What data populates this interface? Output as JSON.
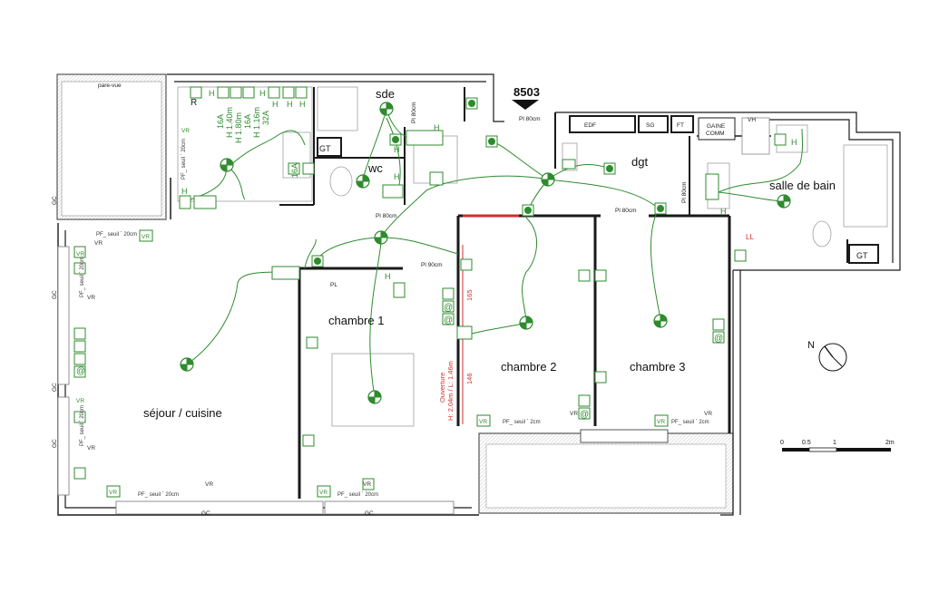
{
  "plan": {
    "lot_number": "8503",
    "rooms": {
      "sejour": "séjour / cuisine",
      "chambre1": "chambre 1",
      "chambre2": "chambre 2",
      "chambre3": "chambre 3",
      "sde": "sde",
      "wc": "wc",
      "dgt": "dgt",
      "sdb": "salle de bain"
    },
    "labels": {
      "pare_vue": "pare-vue",
      "gt1": "GT",
      "gt2": "GT",
      "edf": "EDF",
      "sg": "SG",
      "ft": "FT",
      "gaine": "GAINE",
      "comm": "COMM",
      "vh": "VH",
      "ll": "LL",
      "pl": "PL",
      "r": "R",
      "gc1": "GC",
      "gc2": "GC",
      "gc3": "GC",
      "gc4": "GC",
      "gc5": "GC",
      "gc6": "GC",
      "pl80_1": "Pl 80cm",
      "pl80_2": "Pl 80cm",
      "pl80_3": "Pl 80cm",
      "pl90": "Pl 90cm",
      "pl80_v1": "Pl 80cm",
      "pl80_v2": "Pl 80cm",
      "dim165": "165",
      "dim146": "146",
      "ouverture1": "Ouverture",
      "ouverture2": "H: 2.04m / L: 1.46m",
      "elec_32a": "32A",
      "elec_h116": "H 1.16m",
      "elec_16a_a": "16A",
      "elec_h180": "H 1.80m",
      "elec_h140": "H 1.40m",
      "elec_16a_b": "16A",
      "elec_16a_c": "16A"
    },
    "vr": [
      "VR",
      "VR",
      "VR",
      "VR",
      "VR",
      "VR",
      "VR",
      "VR",
      "VR",
      "VR",
      "VR",
      "VR",
      "VR",
      "VR",
      "VR"
    ],
    "pf_sill": [
      "PF_ seuil ` 20cm",
      "PF_ seuil ` 20cm",
      "PF_ seuil ` 20cm",
      "PF_ seuil ` 20cm",
      "PF_ seuil ` 20cm",
      "PF_ seuil ` 20cm",
      "PF_ seuil ` 2cm",
      "PF_ seuil ` 2cm"
    ],
    "symbols": {
      "h": "H",
      "data": "@"
    },
    "scale": {
      "s0": "0",
      "s05": "0.5",
      "s1": "1",
      "s2": "2m"
    },
    "north": "N",
    "colors": {
      "wall": "#1a1a1a",
      "electrical": "#2e8b2e",
      "dimension": "#d62b2b",
      "fixture": "#9a9a9a"
    }
  }
}
